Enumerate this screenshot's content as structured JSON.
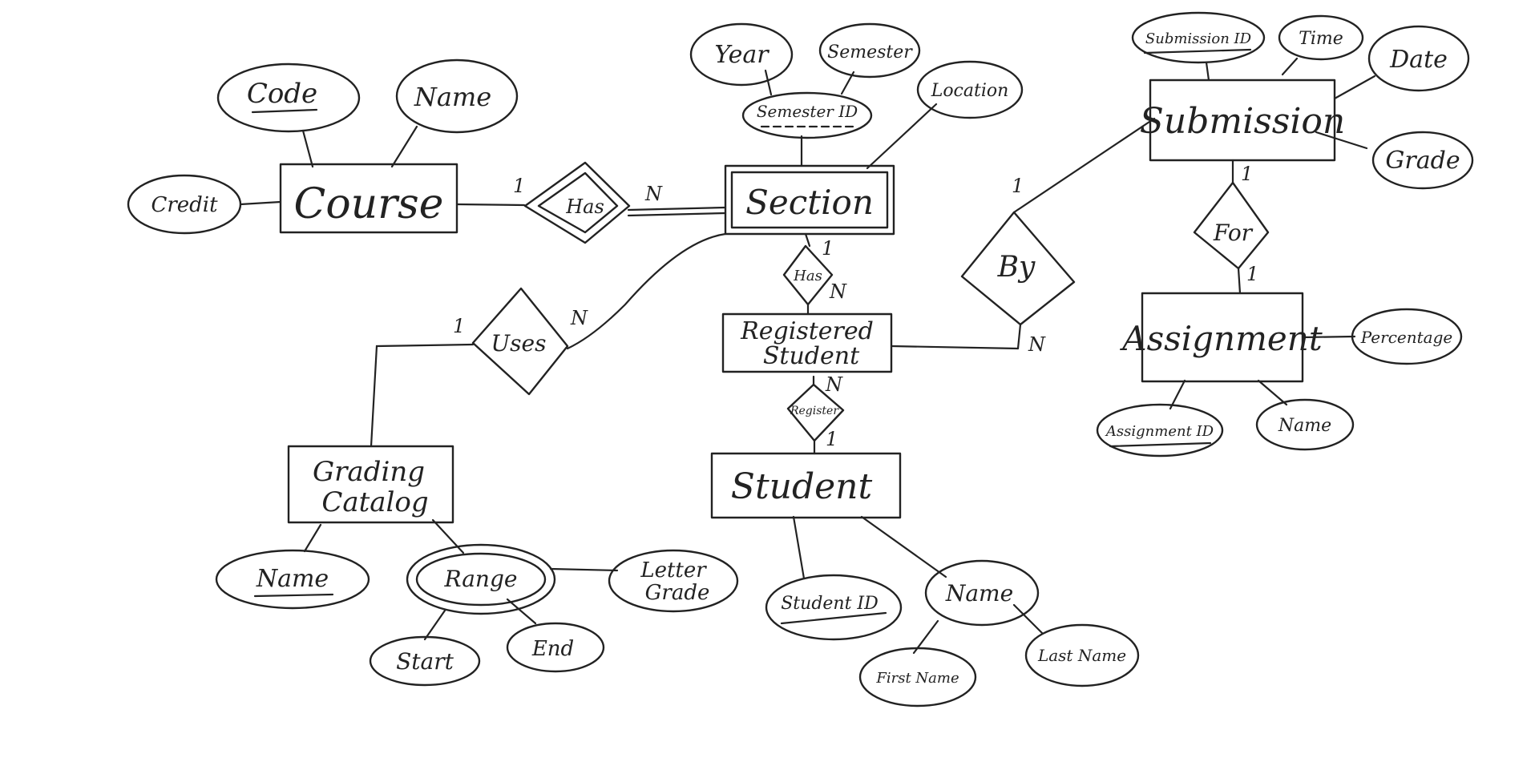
{
  "diagram": {
    "ink_color": "#222222",
    "background": "#ffffff",
    "entities": {
      "course": "Course",
      "section": "Section",
      "registered_student_line1": "Registered",
      "registered_student_line2": "Student",
      "student": "Student",
      "grading_catalog_line1": "Grading",
      "grading_catalog_line2": "Catalog",
      "submission": "Submission",
      "assignment": "Assignment"
    },
    "relationships": {
      "course_has_section": "Has",
      "section_has_registered": "Has",
      "registered_student": "Register",
      "section_uses_catalog": "Uses",
      "submission_by": "By",
      "submission_for": "For"
    },
    "attributes": {
      "course_code": "Code",
      "course_name": "Name",
      "course_credit": "Credit",
      "section_year": "Year",
      "section_semester": "Semester",
      "section_semester_id": "Semester ID",
      "section_location": "Location",
      "submission_id": "Submission ID",
      "submission_time": "Time",
      "submission_date": "Date",
      "submission_grade": "Grade",
      "assignment_percentage": "Percentage",
      "assignment_id": "Assignment ID",
      "assignment_name": "Name",
      "catalog_name": "Name",
      "catalog_range": "Range",
      "catalog_letter_grade_line1": "Letter",
      "catalog_letter_grade_line2": "Grade",
      "range_start": "Start",
      "range_end": "End",
      "student_id": "Student ID",
      "student_name": "Name",
      "student_first_name": "First Name",
      "student_last_name": "Last Name"
    },
    "cardinalities": {
      "course_has": "1",
      "has_section": "N",
      "section_has2": "1",
      "has2_registered": "N",
      "registered_register": "N",
      "register_student": "1",
      "uses_catalog": "1",
      "uses_section": "N",
      "by_submission": "1",
      "by_registered": "N",
      "submission_for": "1",
      "for_assignment": "1"
    }
  }
}
